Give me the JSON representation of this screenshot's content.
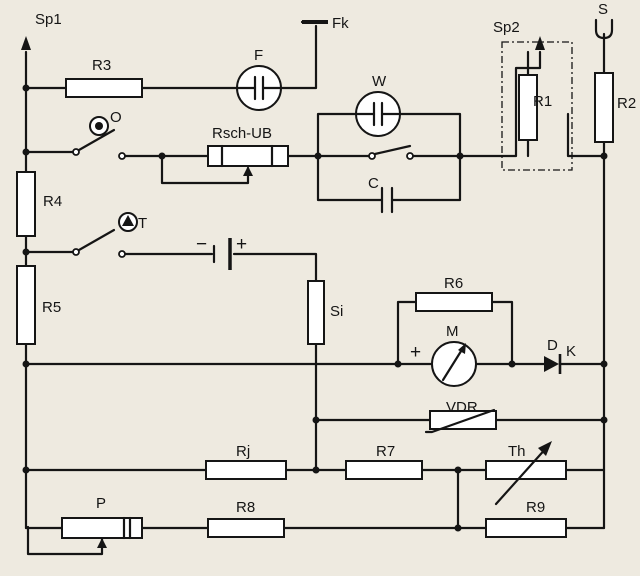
{
  "labels": {
    "sp1": "Sp1",
    "fk": "Fk",
    "sp2": "Sp2",
    "s": "S",
    "r3": "R3",
    "f": "F",
    "w": "W",
    "o": "O",
    "rsch": "Rsch-UB",
    "c": "C",
    "r1": "R1",
    "r2": "R2",
    "r4": "R4",
    "t": "T",
    "minus": "−",
    "plus_batt": "+",
    "si": "Si",
    "r6": "R6",
    "r5": "R5",
    "m": "M",
    "plus_meter": "+",
    "d": "D",
    "k": "K",
    "vdr": "VDR",
    "rj": "Rj",
    "r7": "R7",
    "th": "Th",
    "p": "P",
    "r8": "R8",
    "r9": "R9"
  }
}
